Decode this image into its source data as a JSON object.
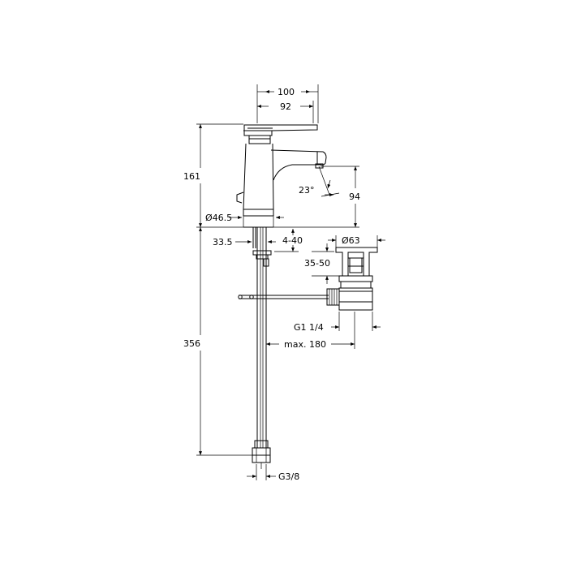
{
  "dimensions": {
    "width_100": "100",
    "width_92": "92",
    "height_161": "161",
    "angle_23": "23°",
    "height_94": "94",
    "dia_46_5": "Ø46.5",
    "dim_33_5": "33.5",
    "range_4_40": "4-40",
    "dia_63": "Ø63",
    "range_35_50": "35-50",
    "thread_g1_1_4": "G1 1/4",
    "max_180": "max. 180",
    "height_356": "356",
    "thread_g3_8": "G3/8"
  }
}
